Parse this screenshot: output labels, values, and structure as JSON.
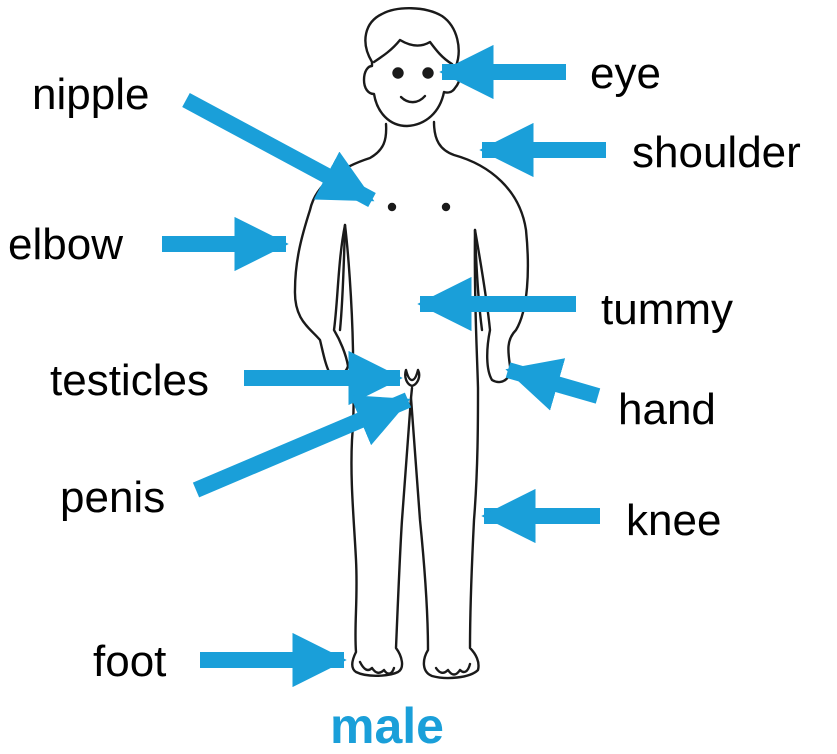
{
  "labels": {
    "eye": "eye",
    "nipple": "nipple",
    "shoulder": "shoulder",
    "elbow": "elbow",
    "tummy": "tummy",
    "testicles": "testicles",
    "hand": "hand",
    "penis": "penis",
    "knee": "knee",
    "foot": "foot"
  },
  "caption": "male",
  "colors": {
    "arrow": "#1a9fd9",
    "caption": "#1a9fd9",
    "outline": "#1a1a1a",
    "text": "#000000"
  },
  "icons": {
    "figure": "male-body-outline",
    "pointer": "arrow"
  }
}
